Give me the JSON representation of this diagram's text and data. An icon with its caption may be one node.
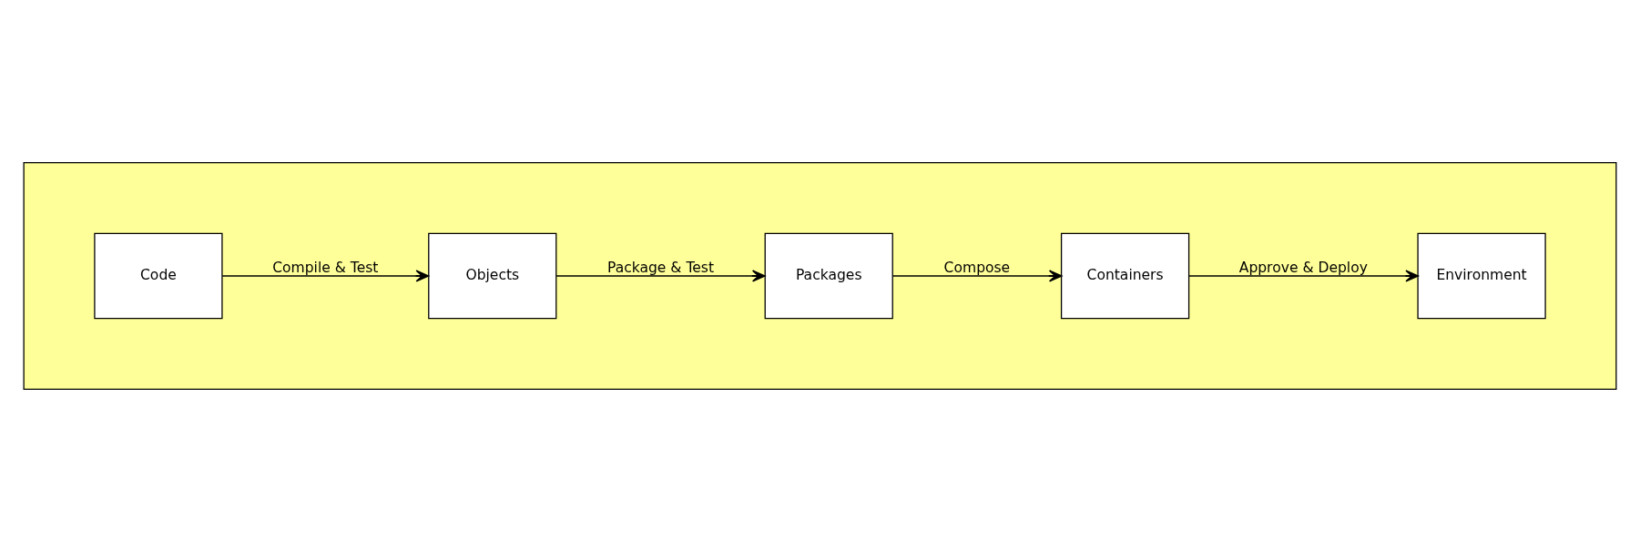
{
  "diagram": {
    "nodes": [
      {
        "text": [],
        "shape": "box"
      },
      {
        "text": [
          "Code"
        ],
        "in": 0
      },
      {
        "text": [
          "Objects"
        ],
        "in": 0
      },
      {
        "text": [
          "Packages"
        ],
        "in": 0
      },
      {
        "text": [
          "Containers"
        ],
        "in": 0
      },
      {
        "text": [
          "Environment"
        ],
        "in": 0
      }
    ],
    "edges": [
      {
        "from": 1,
        "to": 2,
        "arrow": "to",
        "label": "Compile & Test"
      },
      {
        "from": 2,
        "to": 3,
        "arrow": "to",
        "label": "Package & Test"
      },
      {
        "from": 3,
        "to": 4,
        "arrow": "to",
        "label": "Compose"
      },
      {
        "from": 4,
        "to": 5,
        "arrow": "to",
        "label": "Approve & Deploy"
      }
    ]
  }
}
